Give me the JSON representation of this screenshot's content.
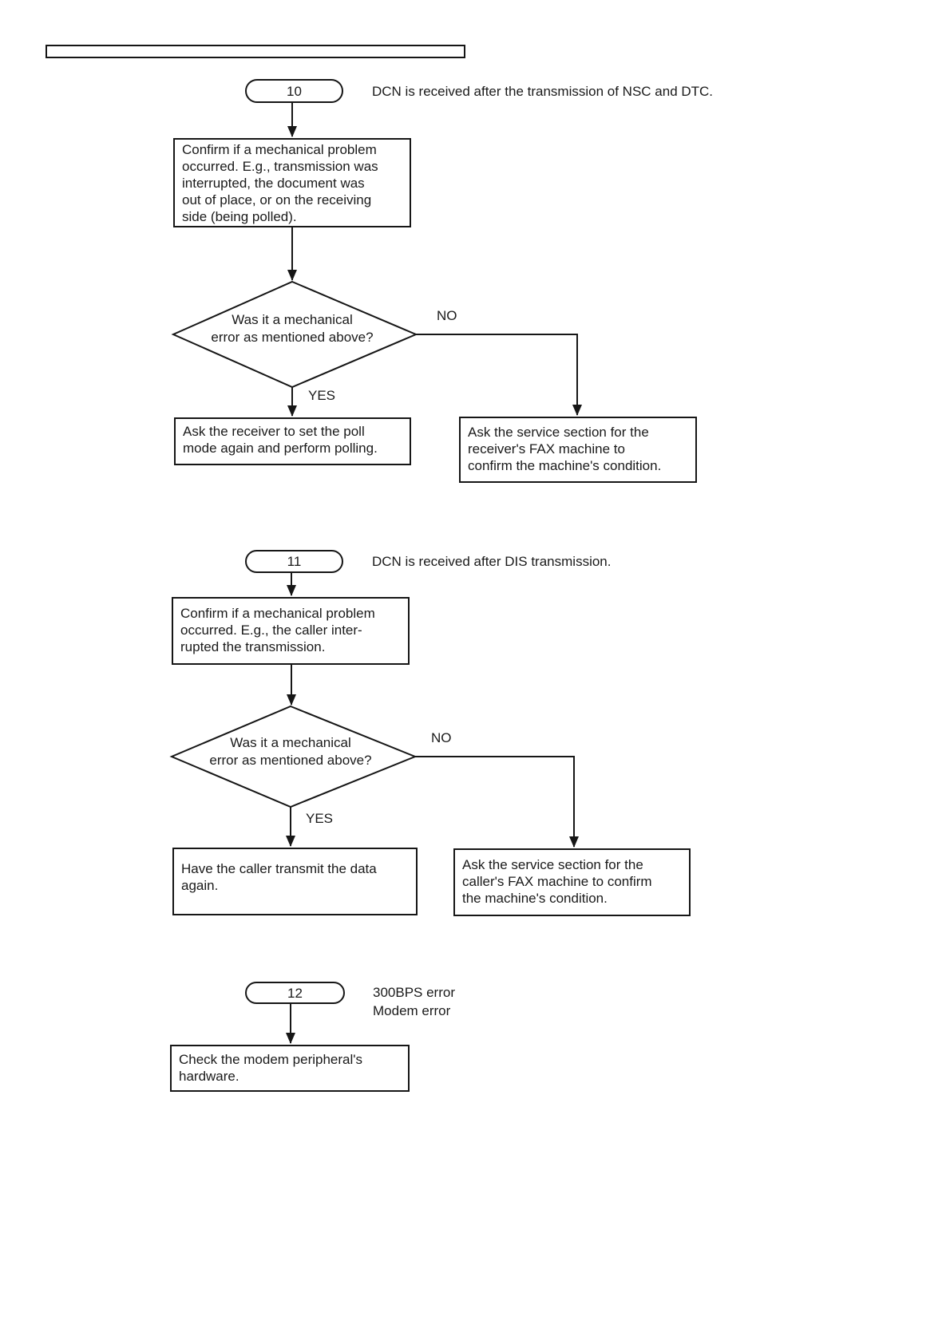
{
  "flowchart": {
    "sections": [
      {
        "node_label": "10",
        "description": "DCN is received after the transmission of NSC and DTC.",
        "step": "Confirm if a mechanical problem\noccurred. E.g., transmission was\ninterrupted, the document was\nout of place, or on the receiving\nside (being polled).",
        "decision": "Was it a mechanical\nerror as mentioned above?",
        "no_label": "NO",
        "yes_label": "YES",
        "yes_action": "Ask the receiver to set the poll\nmode again and perform polling.",
        "no_action": "Ask the service section for the\nreceiver's FAX machine to\nconfirm the machine's condition."
      },
      {
        "node_label": "11",
        "description": "DCN is received after DIS transmission.",
        "step": "Confirm if a mechanical problem\noccurred. E.g., the caller inter-\nrupted the transmission.",
        "decision": "Was it a mechanical\nerror as mentioned above?",
        "no_label": "NO",
        "yes_label": "YES",
        "yes_action": "Have the caller transmit the data\nagain.",
        "no_action": "Ask the service section for the\ncaller's FAX machine to confirm\nthe machine's condition."
      },
      {
        "node_label": "12",
        "description": "300BPS error\nModem error",
        "step": "Check the modem peripheral's\nhardware."
      }
    ]
  }
}
